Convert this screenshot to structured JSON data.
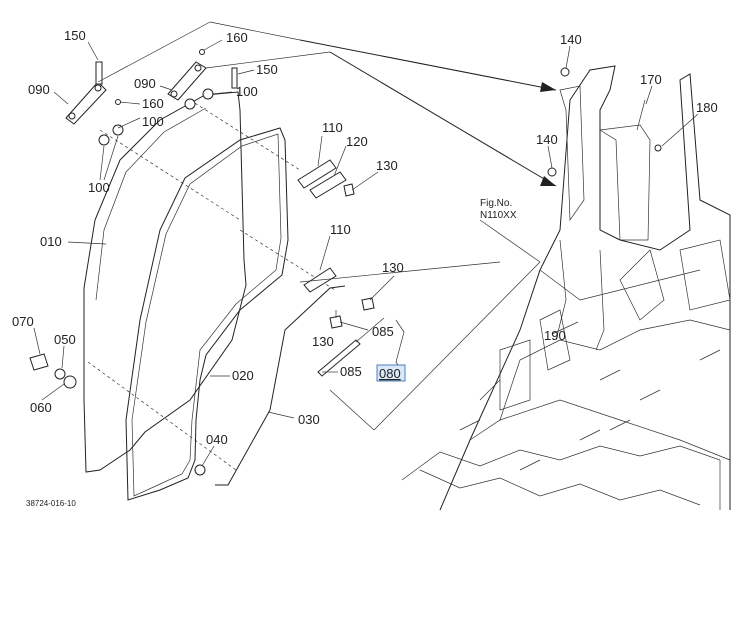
{
  "figure_code": "38724-016-10",
  "fig_ref": {
    "line1": "Fig.No.",
    "line2": "N110XX"
  },
  "highlight_label": "080",
  "callouts": {
    "p150a": "150",
    "p160a": "160",
    "p150b": "150",
    "p090a": "090",
    "p160b": "160",
    "p090b": "090",
    "p100a": "100",
    "p100b": "100",
    "p100c": "100",
    "p110a": "110",
    "p120": "120",
    "p130a": "130",
    "p010": "010",
    "p110b": "110",
    "p130b": "130",
    "p085a": "085",
    "p130c": "130",
    "p085b": "085",
    "p070": "070",
    "p050": "050",
    "p060": "060",
    "p020": "020",
    "p030": "030",
    "p040": "040",
    "p140a": "140",
    "p170": "170",
    "p180": "180",
    "p140b": "140",
    "p190": "190"
  }
}
